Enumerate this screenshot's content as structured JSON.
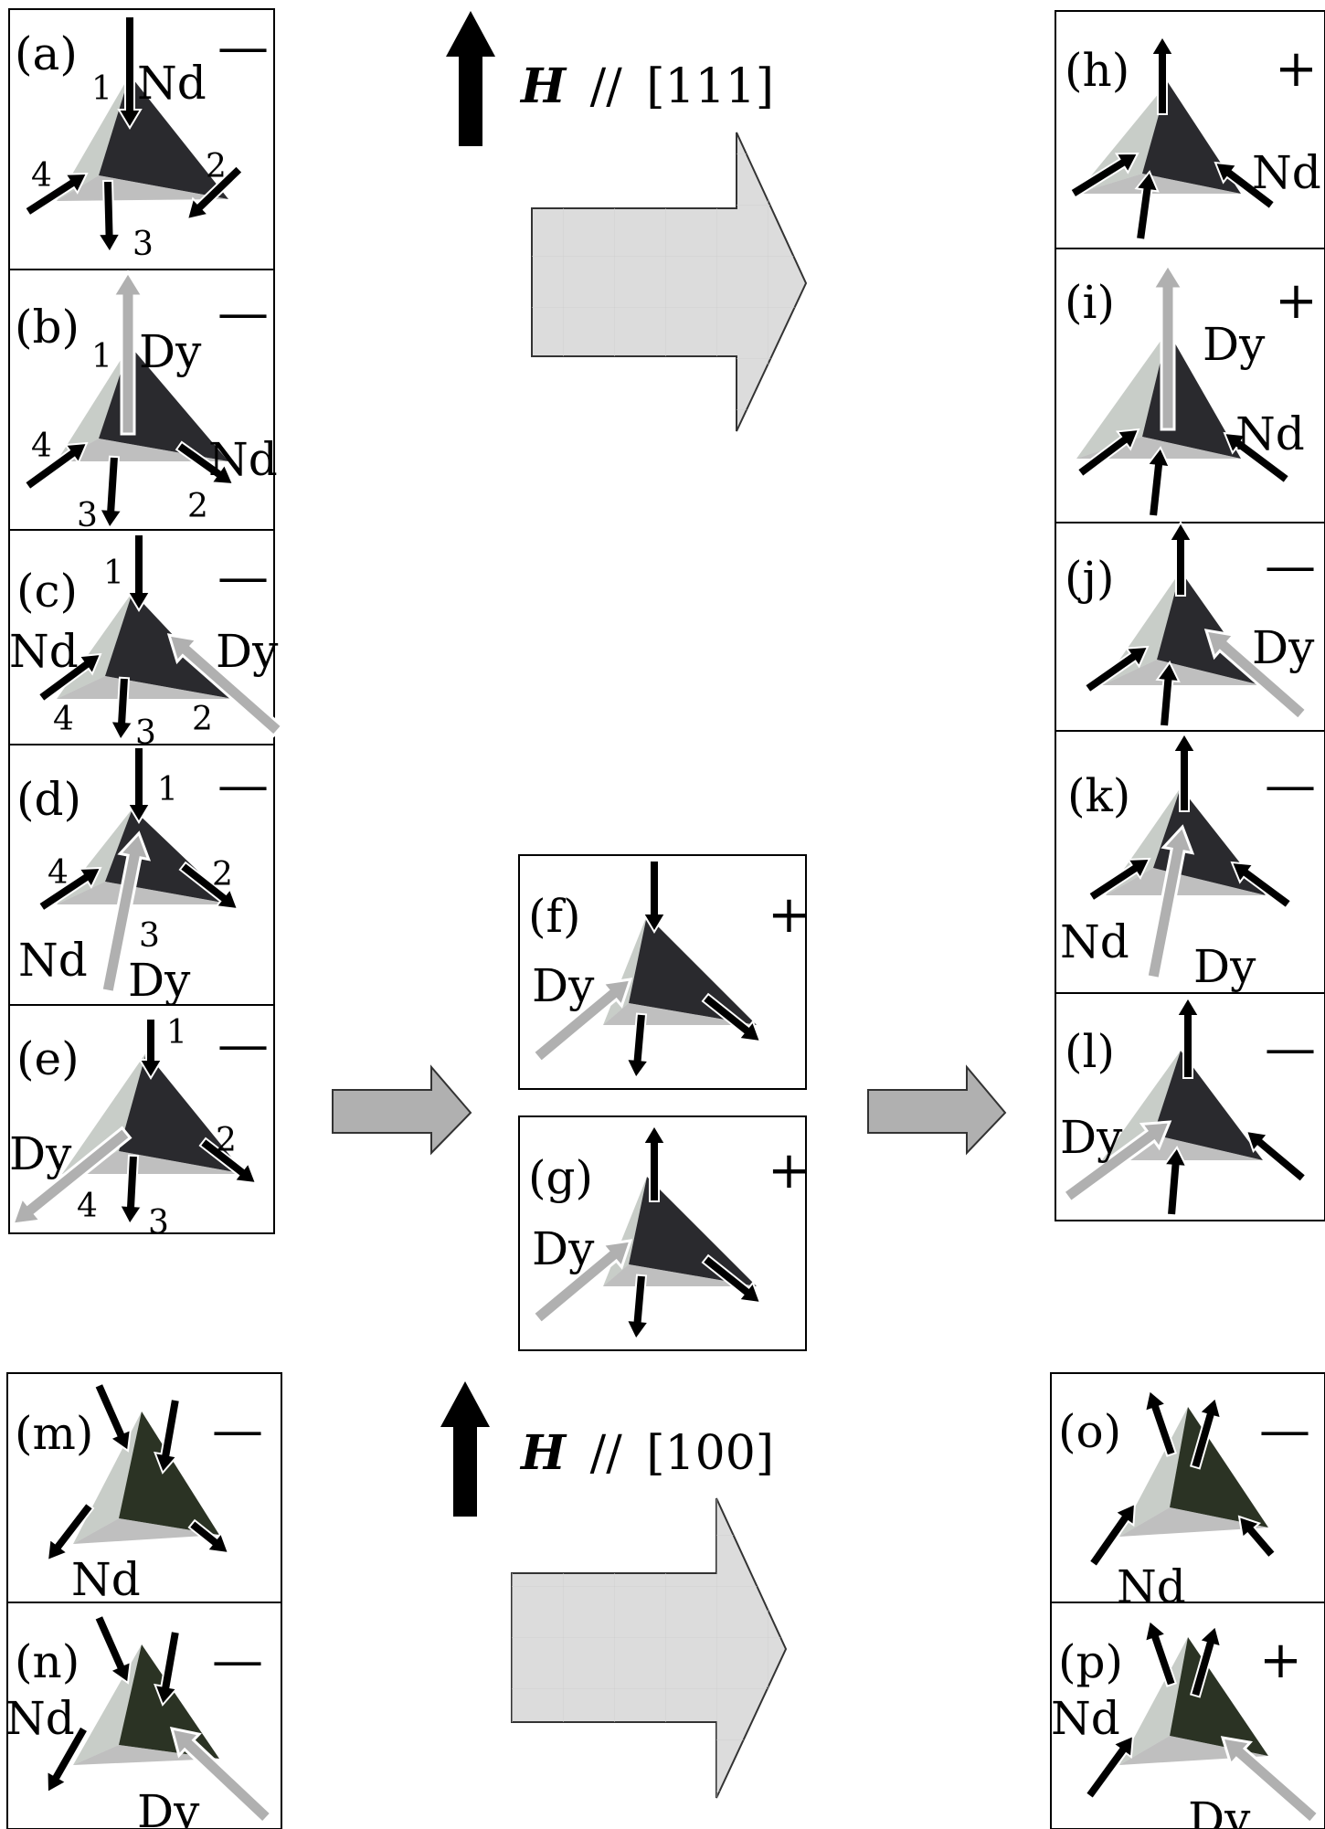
{
  "fields": {
    "h111": "[111]",
    "h100": "[100]",
    "field_symbol": "H",
    "parallel_symbol": "//"
  },
  "colors": {
    "black_arrow": "#000000",
    "dy_arrow": "#b0b0b0",
    "face_dark": "#2a2a2e",
    "face_light": "#c8cdc8",
    "face_green_dark": "#2b3324",
    "big_arrow_fill": "#dcdcdc",
    "small_arrow_fill": "#b0b0b0"
  },
  "panels": [
    {
      "id": "a",
      "label": "(a)",
      "sign": "—",
      "species": [
        {
          "text": "Nd"
        }
      ],
      "numbers": [
        "1",
        "2",
        "3",
        "4"
      ]
    },
    {
      "id": "b",
      "label": "(b)",
      "sign": "—",
      "species": [
        {
          "text": "Dy"
        },
        {
          "text": "Nd"
        }
      ],
      "numbers": [
        "1",
        "2",
        "3",
        "4"
      ]
    },
    {
      "id": "c",
      "label": "(c)",
      "sign": "—",
      "species": [
        {
          "text": "Nd"
        },
        {
          "text": "Dy"
        }
      ],
      "numbers": [
        "1",
        "2",
        "3",
        "4"
      ]
    },
    {
      "id": "d",
      "label": "(d)",
      "sign": "—",
      "species": [
        {
          "text": "Nd"
        },
        {
          "text": "Dy"
        }
      ],
      "numbers": [
        "1",
        "2",
        "3",
        "4"
      ]
    },
    {
      "id": "e",
      "label": "(e)",
      "sign": "—",
      "species": [
        {
          "text": "Dy"
        }
      ],
      "numbers": [
        "1",
        "2",
        "3",
        "4"
      ]
    },
    {
      "id": "f",
      "label": "(f)",
      "sign": "+",
      "species": [
        {
          "text": "Dy"
        }
      ],
      "numbers": []
    },
    {
      "id": "g",
      "label": "(g)",
      "sign": "+",
      "species": [
        {
          "text": "Dy"
        }
      ],
      "numbers": []
    },
    {
      "id": "h",
      "label": "(h)",
      "sign": "+",
      "species": [
        {
          "text": "Nd"
        }
      ],
      "numbers": []
    },
    {
      "id": "i",
      "label": "(i)",
      "sign": "+",
      "species": [
        {
          "text": "Dy"
        },
        {
          "text": "Nd"
        }
      ],
      "numbers": []
    },
    {
      "id": "j",
      "label": "(j)",
      "sign": "—",
      "species": [
        {
          "text": "Dy"
        }
      ],
      "numbers": []
    },
    {
      "id": "k",
      "label": "(k)",
      "sign": "—",
      "species": [
        {
          "text": "Nd"
        },
        {
          "text": "Dy"
        }
      ],
      "numbers": []
    },
    {
      "id": "l",
      "label": "(l)",
      "sign": "—",
      "species": [
        {
          "text": "Dy"
        }
      ],
      "numbers": []
    },
    {
      "id": "m",
      "label": "(m)",
      "sign": "—",
      "species": [
        {
          "text": "Nd"
        }
      ],
      "numbers": []
    },
    {
      "id": "n",
      "label": "(n)",
      "sign": "—",
      "species": [
        {
          "text": "Nd"
        },
        {
          "text": "Dy"
        }
      ],
      "numbers": []
    },
    {
      "id": "o",
      "label": "(o)",
      "sign": "—",
      "species": [
        {
          "text": "Nd"
        }
      ],
      "numbers": []
    },
    {
      "id": "p",
      "label": "(p)",
      "sign": "+",
      "species": [
        {
          "text": "Nd"
        },
        {
          "text": "Dy"
        }
      ],
      "numbers": []
    }
  ]
}
